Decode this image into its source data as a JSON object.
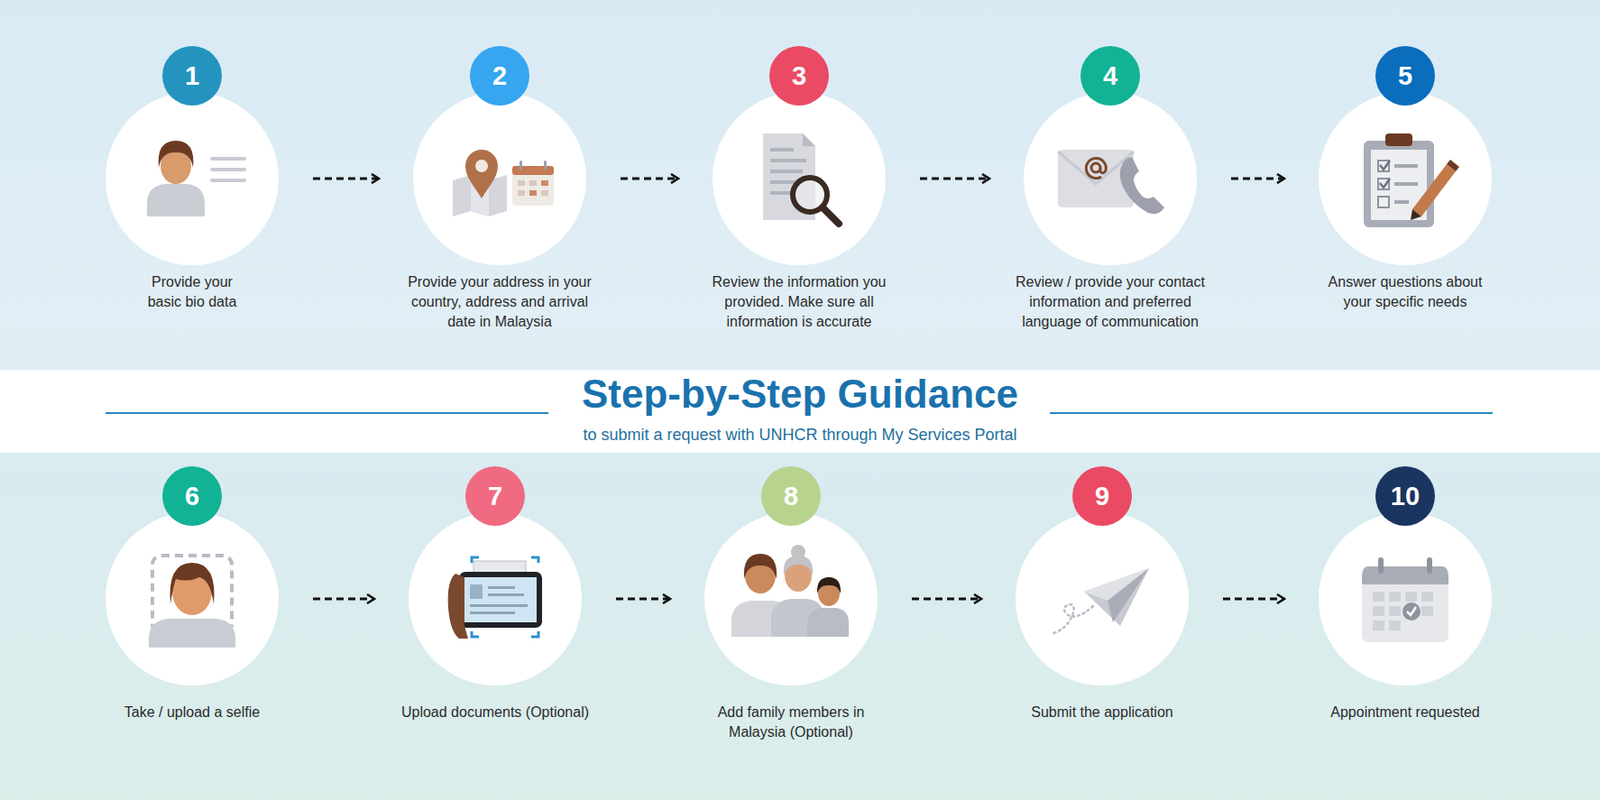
{
  "diagram": {
    "title": "Step-by-Step Guidance",
    "nodes": [
      {
        "text": [
          "1",
          "Provide your basic bio data"
        ]
      },
      {
        "text": [
          "2",
          "Provide your address in your country, address and arrival date in Malaysia"
        ]
      },
      {
        "text": [
          "3",
          "Review the information you provided. Make sure all information is accurate"
        ]
      },
      {
        "text": [
          "4",
          "Review / provide your contact information and preferred language of communication"
        ]
      },
      {
        "text": [
          "5",
          "Answer questions about your specific needs"
        ]
      },
      {
        "text": [
          "6",
          "Take / upload a selfie"
        ]
      },
      {
        "text": [
          "7",
          "Upload documents (Optional)"
        ]
      },
      {
        "text": [
          "8",
          "Add family members in Malaysia (Optional)"
        ]
      },
      {
        "text": [
          "9",
          "Submit the application"
        ]
      },
      {
        "text": [
          "10",
          "Appointment requested"
        ]
      }
    ],
    "edges": [
      {
        "from": 0,
        "to": 1,
        "arrow": "to"
      },
      {
        "from": 1,
        "to": 2,
        "arrow": "to"
      },
      {
        "from": 2,
        "to": 3,
        "arrow": "to"
      },
      {
        "from": 3,
        "to": 4,
        "arrow": "to"
      },
      {
        "from": 5,
        "to": 6,
        "arrow": "to"
      },
      {
        "from": 6,
        "to": 7,
        "arrow": "to"
      },
      {
        "from": 7,
        "to": 8,
        "arrow": "to"
      },
      {
        "from": 8,
        "to": 9,
        "arrow": "to"
      }
    ],
    "labels": [
      "to submit a request with UNHCR through My Services Portal"
    ]
  }
}
